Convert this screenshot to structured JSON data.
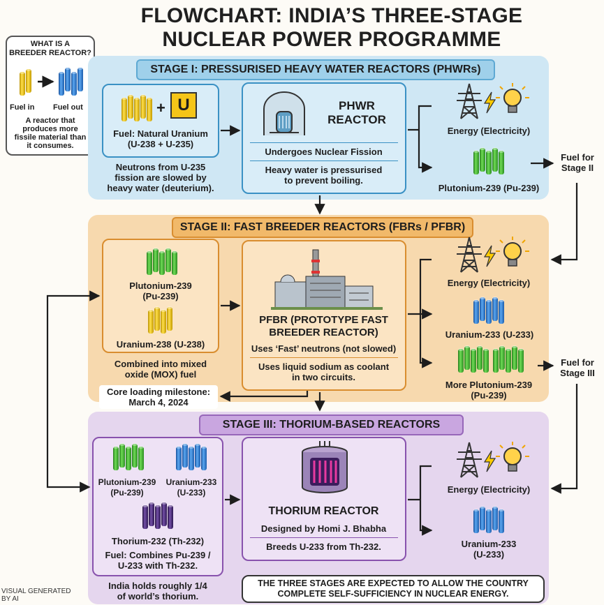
{
  "title": {
    "line1": "FLOWCHART: INDIA’S THREE-STAGE",
    "line2": "NUCLEAR POWER PROGRAMME"
  },
  "breeder_note": {
    "heading_1": "WHAT IS A",
    "heading_2": "BREEDER REACTOR?",
    "fuel_in": "Fuel in",
    "fuel_out": "Fuel out",
    "desc_1": "A reactor that",
    "desc_2": "produces more",
    "desc_3": "fissile material than",
    "desc_4": "it consumes."
  },
  "stage1": {
    "header": "STAGE I: PRESSURISED HEAVY WATER REACTORS (PHWRs)",
    "u_symbol": "U",
    "plus": "+",
    "fuel_1": "Fuel: Natural Uranium",
    "fuel_2": "(U-238 + U-235)",
    "neutrons_1": "Neutrons from U-235",
    "neutrons_2": "fission are slowed by",
    "neutrons_3": "heavy water (deuterium).",
    "reactor_1": "PHWR",
    "reactor_2": "REACTOR",
    "fission": "Undergoes Nuclear Fission",
    "heavy_1": "Heavy water is pressurised",
    "heavy_2": "to prevent boiling.",
    "energy": "Energy (Electricity)",
    "pu": "Plutonium-239 (Pu-239)",
    "fuel_for_1": "Fuel for",
    "fuel_for_2": "Stage II"
  },
  "stage2": {
    "header": "STAGE II: FAST BREEDER REACTORS (FBRs / PFBR)",
    "pu_1": "Plutonium-239",
    "pu_2": "(Pu-239)",
    "u238": "Uranium-238 (U-238)",
    "mox_1": "Combined into mixed",
    "mox_2": "oxide (MOX) fuel",
    "pfbr_1": "PFBR (PROTOTYPE FAST",
    "pfbr_2": "BREEDER REACTOR)",
    "fast": "Uses ‘Fast’ neutrons (not slowed)",
    "sodium_1": "Uses liquid sodium as coolant",
    "sodium_2": "in two circuits.",
    "milestone_1": "Core loading milestone:",
    "milestone_2": "March 4, 2024",
    "energy": "Energy (Electricity)",
    "u233": "Uranium-233 (U-233)",
    "more_pu_1": "More Plutonium-239",
    "more_pu_2": "(Pu-239)",
    "fuel_for_1": "Fuel for",
    "fuel_for_2": "Stage III"
  },
  "stage3": {
    "header": "STAGE III: THORIUM-BASED REACTORS",
    "pu_1": "Plutonium-239",
    "pu_2": "(Pu-239)",
    "u233_1": "Uranium-233",
    "u233_2": "(U-233)",
    "th": "Thorium-232 (Th-232)",
    "fuel_1": "Fuel: Combines Pu-239 /",
    "fuel_2": "U-233 with Th-232.",
    "india_1": "India holds roughly 1/4",
    "india_2": "of world’s thorium.",
    "reactor": "THORIUM REACTOR",
    "designed": "Designed by Homi J. Bhabha",
    "breeds": "Breeds U-233 from Th-232.",
    "energy": "Energy (Electricity)",
    "out_u233_1": "Uranium-233",
    "out_u233_2": "(U-233)"
  },
  "conclusion_1": "THE THREE STAGES ARE EXPECTED TO ALLOW THE COUNTRY",
  "conclusion_2": "COMPLETE SELF-SUFFICIENCY IN NUCLEAR ENERGY.",
  "watermark_1": "VISUAL GENERATED",
  "watermark_2": "BY AI",
  "colors": {
    "stage1": "#cfe7f4",
    "stage2": "#f7d9ae",
    "stage3": "#e5d6ee",
    "uranium_rod": "#f2c81c",
    "plutonium_rod": "#4dbf3a",
    "u233_rod": "#2f7fd6",
    "thorium_rod": "#4b2a7a"
  }
}
